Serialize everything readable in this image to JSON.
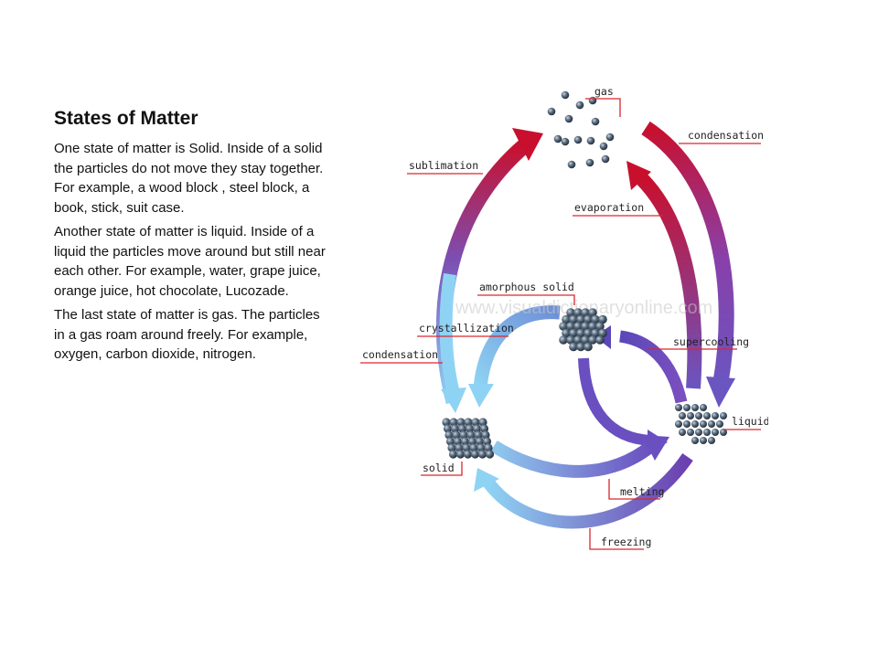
{
  "slide": {
    "title": "States of Matter",
    "paragraphs": [
      "One state of  matter is Solid. Inside of a solid the particles do not move they stay together. For example, a  wood block ,  steel block, a book, stick, suit case.",
      "Another state of matter is liquid. Inside of a liquid the particles move around but still near each other. For example, water, grape juice, orange juice, hot chocolate, Lucozade.",
      "The last state of matter  is gas. The particles in a gas roam around freely. For example, oxygen, carbon dioxide, nitrogen."
    ]
  },
  "diagram": {
    "watermark": "www.visualdictionaryonline.com",
    "states": {
      "gas": "gas",
      "liquid": "liquid",
      "solid": "solid",
      "amorphous_solid": "amorphous solid"
    },
    "transitions": {
      "sublimation": "sublimation",
      "condensation_gas_to_liquid": "condensation",
      "evaporation": "evaporation",
      "crystallization": "crystallization",
      "condensation_gas_to_solid": "condensation",
      "supercooling": "supercooling",
      "melting": "melting",
      "freezing": "freezing"
    },
    "colors": {
      "label_underline": "#d9272e",
      "arrow_red": "#c8102e",
      "arrow_purple": "#7b4fb3",
      "arrow_blue": "#7ec8ec",
      "particle": "#3a4a5a"
    }
  }
}
